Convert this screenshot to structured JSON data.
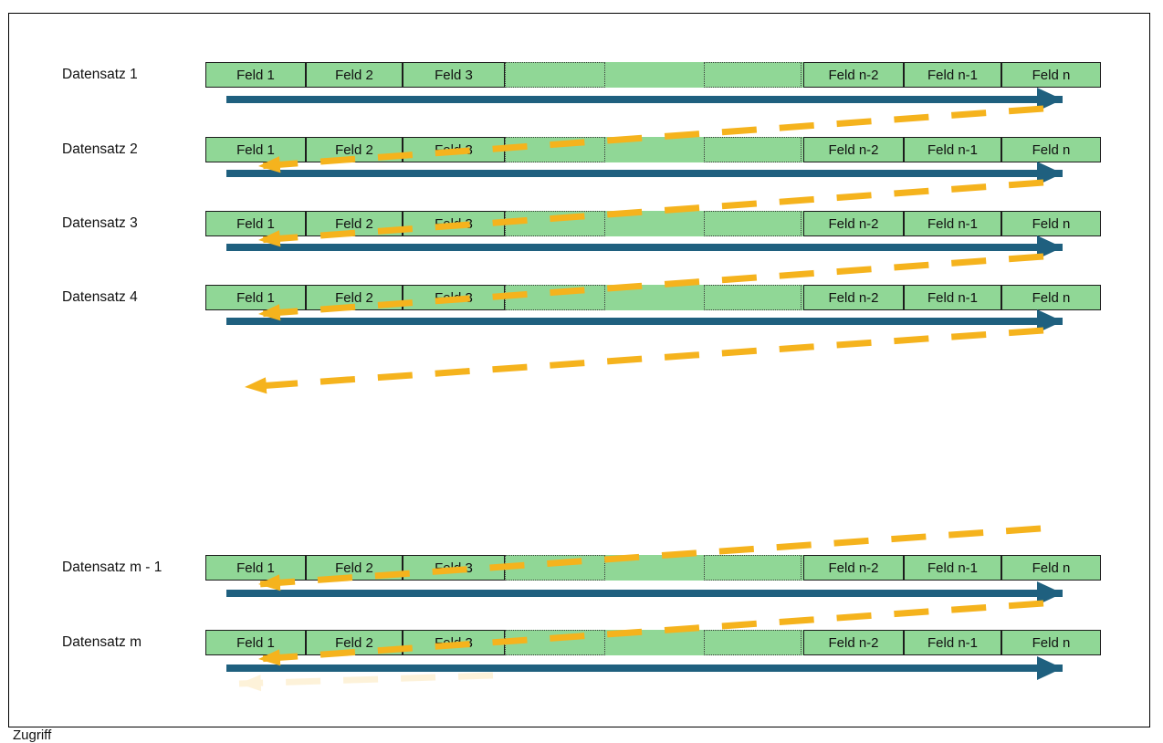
{
  "page": {
    "footer_label": "Zugriff"
  },
  "colors": {
    "green": "#90D796",
    "teal": "#1F607F",
    "yellow": "#F5B31D",
    "cellborder": "#1C1C1C",
    "dottedborder": "#3A3A3A",
    "text": "#111111",
    "pageborder": "#000000"
  },
  "diagram": {
    "records": [
      {
        "label": "Datensatz 1"
      },
      {
        "label": "Datensatz 2"
      },
      {
        "label": "Datensatz 3"
      },
      {
        "label": "Datensatz 4"
      },
      {
        "label": "Datensatz m - 1"
      },
      {
        "label": "Datensatz m"
      }
    ],
    "fields": {
      "f1": "Feld 1",
      "f2": "Feld 2",
      "f3": "Feld 3",
      "fn2": "Feld n-2",
      "fn1": "Feld n-1",
      "fn": "Feld n"
    }
  }
}
